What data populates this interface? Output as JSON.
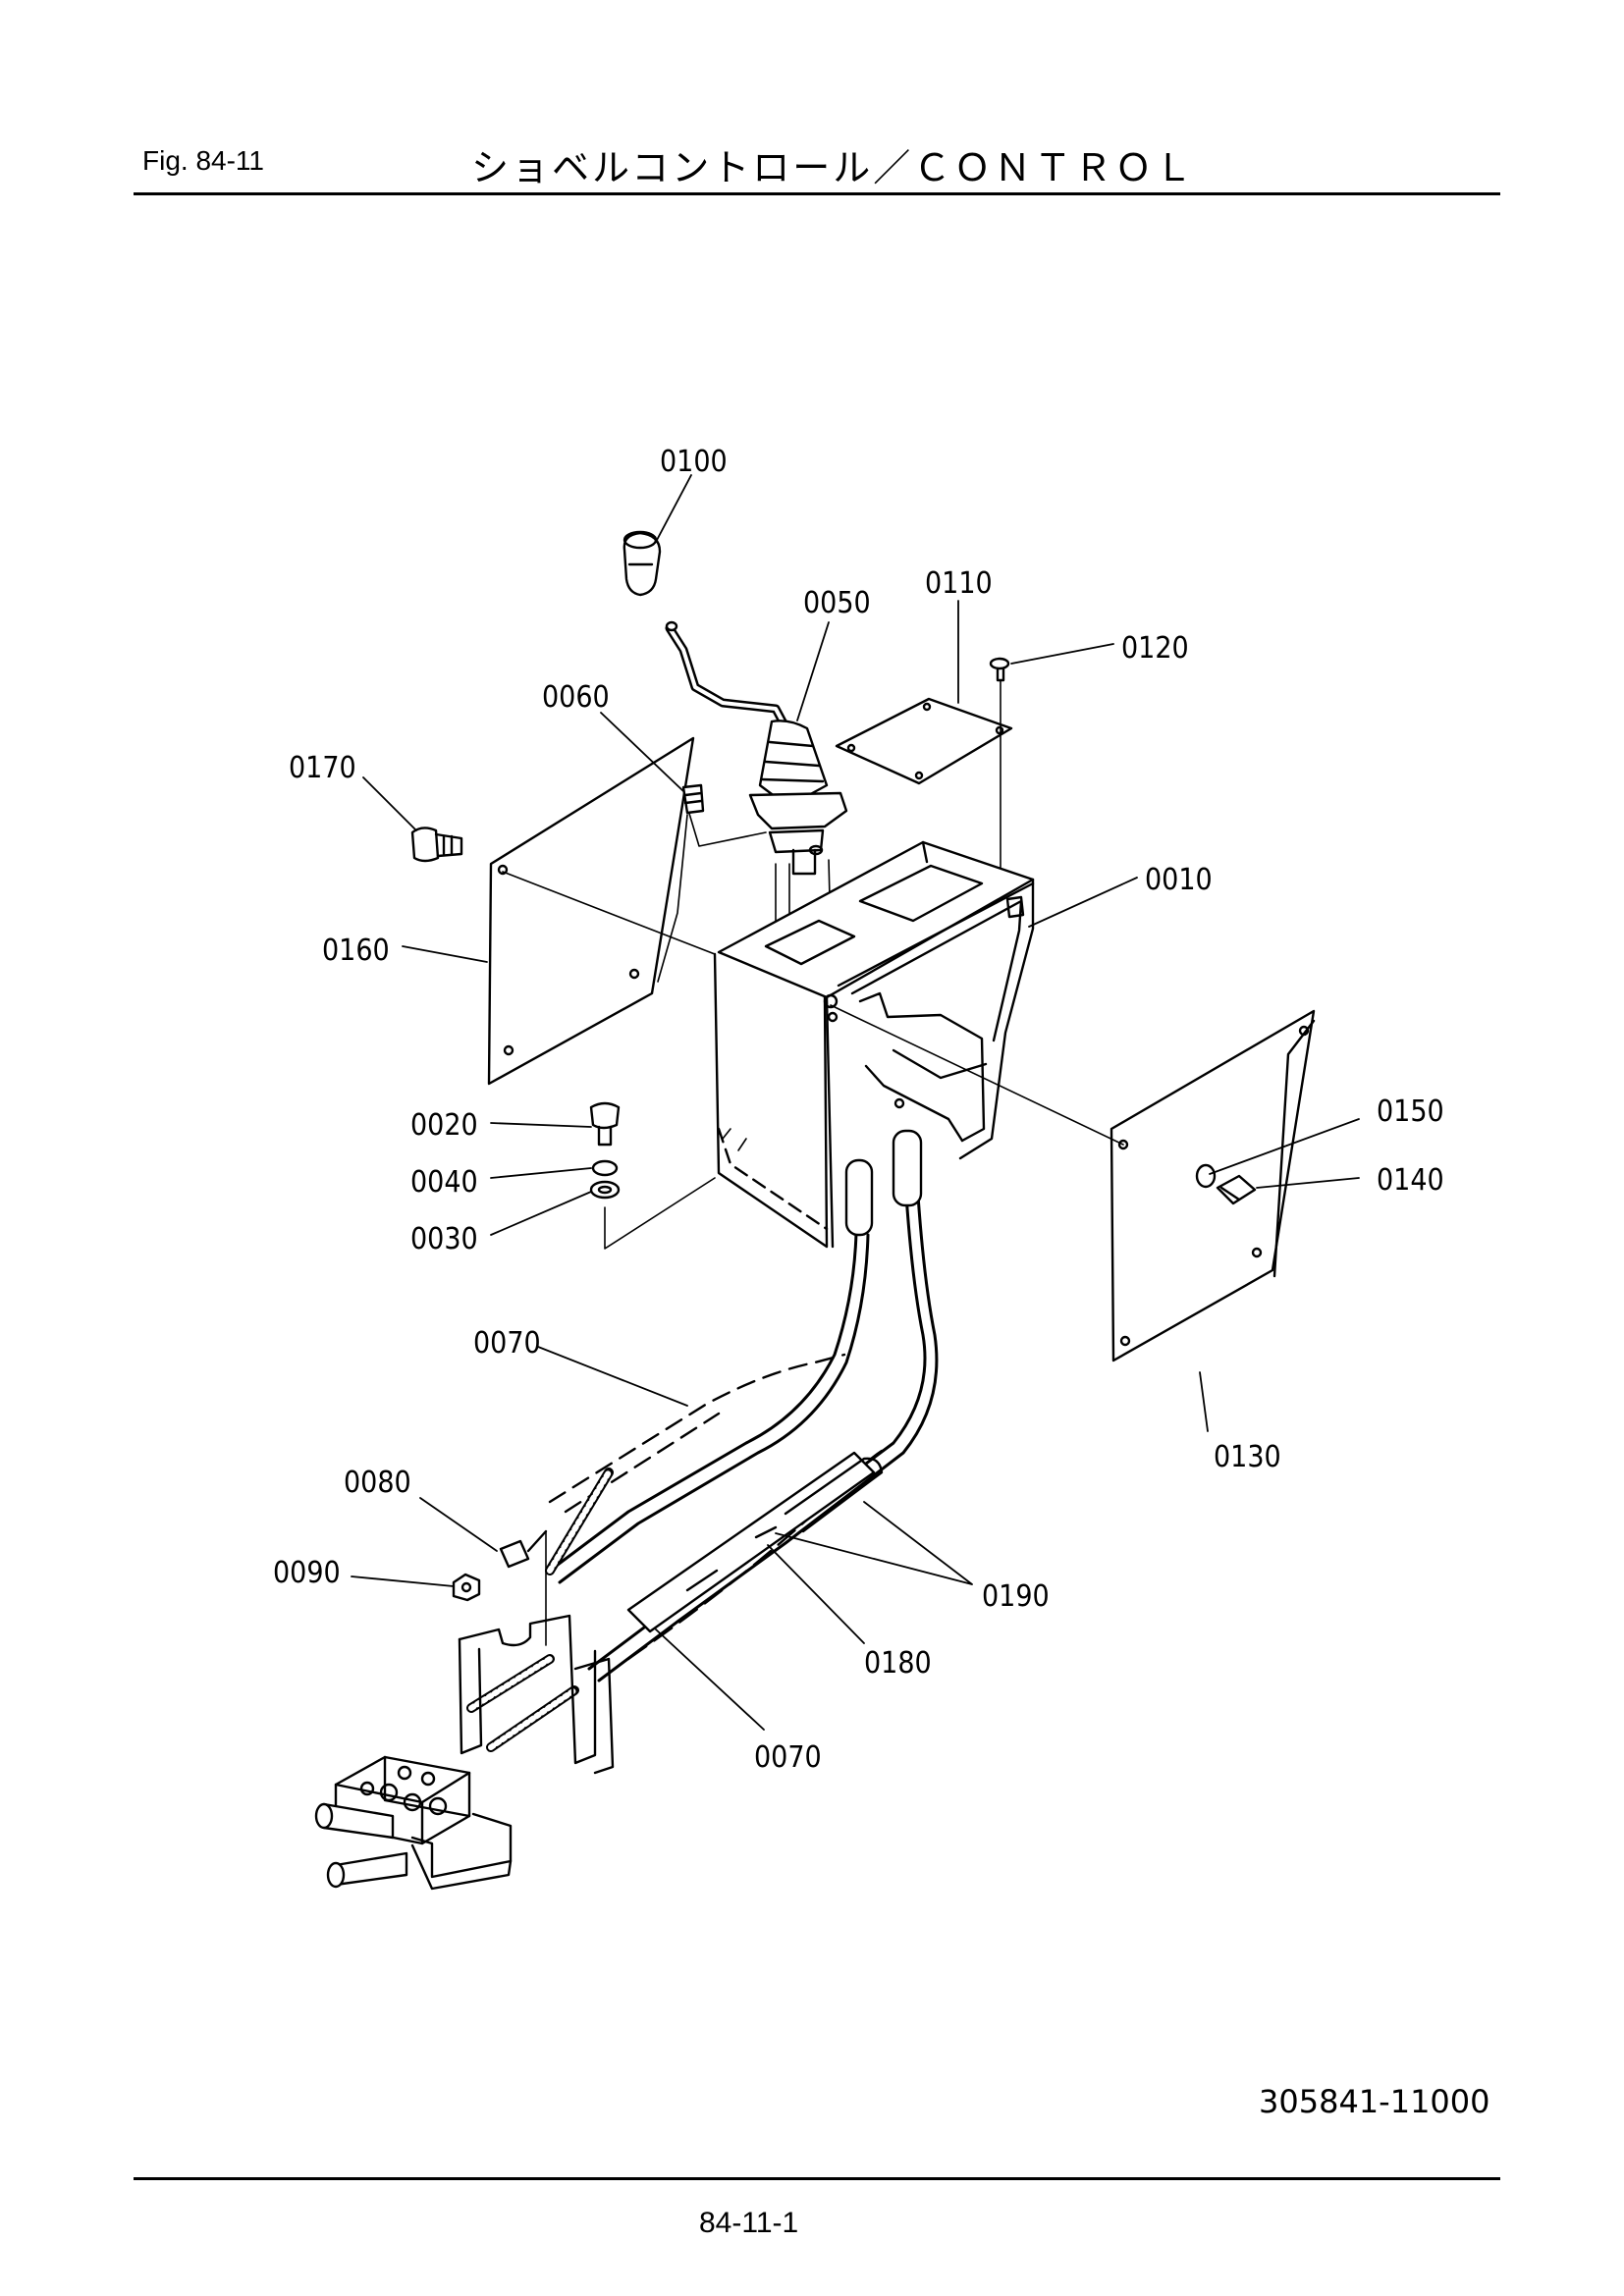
{
  "header": {
    "figure": "Fig.  84-11",
    "title": "ショベルコントロール／ＣＯＮＴＲＯＬ"
  },
  "parts": [
    {
      "id": "p0100",
      "no": "0100"
    },
    {
      "id": "p0050",
      "no": "0050"
    },
    {
      "id": "p0110",
      "no": "0110"
    },
    {
      "id": "p0120",
      "no": "0120"
    },
    {
      "id": "p0060",
      "no": "0060"
    },
    {
      "id": "p0170",
      "no": "0170"
    },
    {
      "id": "p0010",
      "no": "0010"
    },
    {
      "id": "p0160",
      "no": "0160"
    },
    {
      "id": "p0020",
      "no": "0020"
    },
    {
      "id": "p0040",
      "no": "0040"
    },
    {
      "id": "p0030",
      "no": "0030"
    },
    {
      "id": "p0150",
      "no": "0150"
    },
    {
      "id": "p0140",
      "no": "0140"
    },
    {
      "id": "p0070a",
      "no": "0070"
    },
    {
      "id": "p0130",
      "no": "0130"
    },
    {
      "id": "p0080",
      "no": "0080"
    },
    {
      "id": "p0190",
      "no": "0190"
    },
    {
      "id": "p0090",
      "no": "0090"
    },
    {
      "id": "p0180",
      "no": "0180"
    },
    {
      "id": "p0070b",
      "no": "0070"
    }
  ],
  "footer": {
    "drawing_number": "305841-11000",
    "page_number": "84-11-1"
  }
}
